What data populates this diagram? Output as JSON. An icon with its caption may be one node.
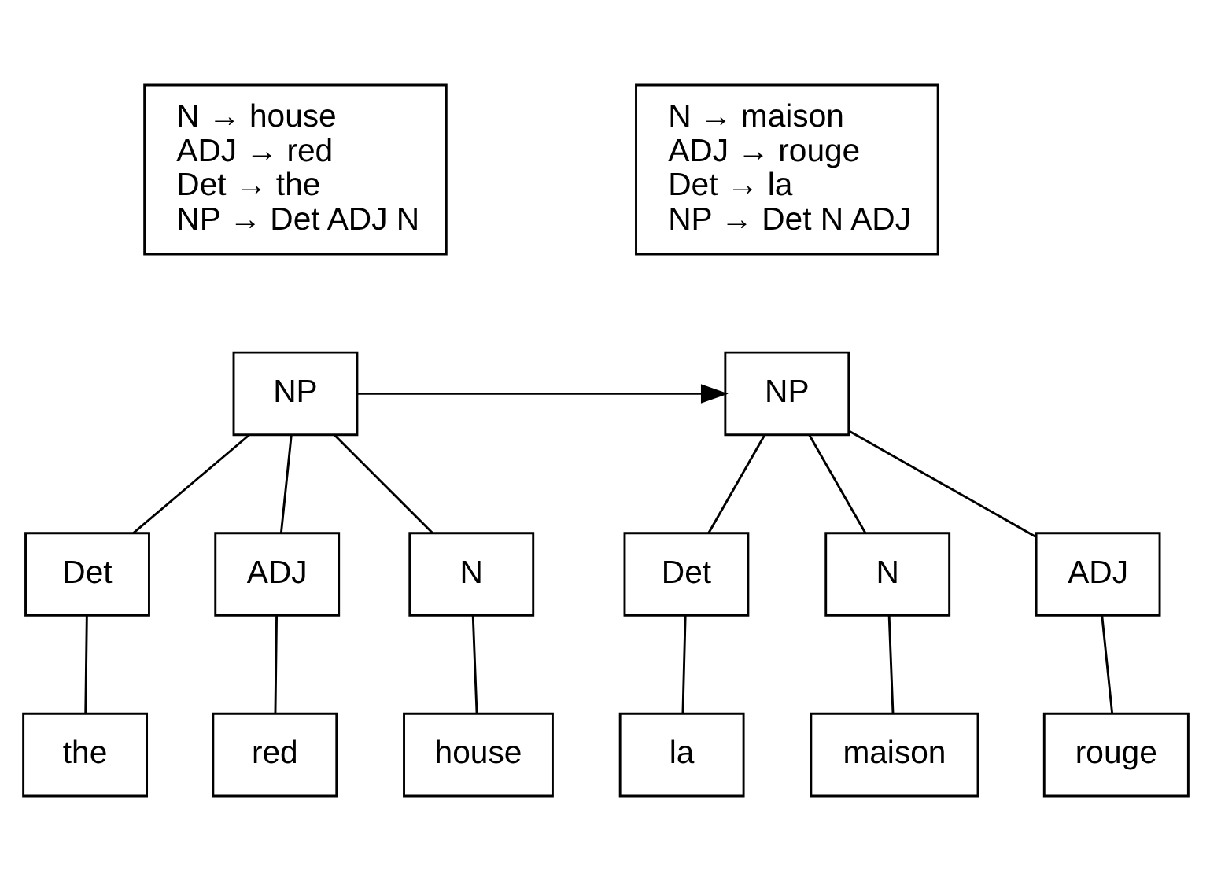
{
  "diagram": {
    "nodes": [
      {
        "text": [
          "N → house",
          "ADJ → red",
          "Det → the",
          "NP → Det ADJ N"
        ]
      },
      {
        "text": [
          "N → maison",
          "ADJ → rouge",
          "Det → la",
          "NP → Det N ADJ"
        ]
      },
      {
        "text": [
          "NP"
        ]
      },
      {
        "text": [
          "Det"
        ]
      },
      {
        "text": [
          "ADJ"
        ]
      },
      {
        "text": [
          "N"
        ]
      },
      {
        "text": [
          "the"
        ]
      },
      {
        "text": [
          "red"
        ]
      },
      {
        "text": [
          "house"
        ]
      },
      {
        "text": [
          "NP"
        ]
      },
      {
        "text": [
          "Det"
        ]
      },
      {
        "text": [
          "N"
        ]
      },
      {
        "text": [
          "ADJ"
        ]
      },
      {
        "text": [
          "la"
        ]
      },
      {
        "text": [
          "maison"
        ]
      },
      {
        "text": [
          "rouge"
        ]
      }
    ],
    "edges": [
      {
        "from": 2,
        "to": 3,
        "arrow": "none"
      },
      {
        "from": 2,
        "to": 4,
        "arrow": "none"
      },
      {
        "from": 2,
        "to": 5,
        "arrow": "none"
      },
      {
        "from": 3,
        "to": 6,
        "arrow": "none"
      },
      {
        "from": 4,
        "to": 7,
        "arrow": "none"
      },
      {
        "from": 5,
        "to": 8,
        "arrow": "none"
      },
      {
        "from": 2,
        "to": 9,
        "arrow": "to"
      },
      {
        "from": 9,
        "to": 10,
        "arrow": "none"
      },
      {
        "from": 9,
        "to": 11,
        "arrow": "none"
      },
      {
        "from": 9,
        "to": 12,
        "arrow": "none"
      },
      {
        "from": 10,
        "to": 13,
        "arrow": "none"
      },
      {
        "from": 11,
        "to": 14,
        "arrow": "none"
      },
      {
        "from": 12,
        "to": 15,
        "arrow": "none"
      }
    ]
  }
}
